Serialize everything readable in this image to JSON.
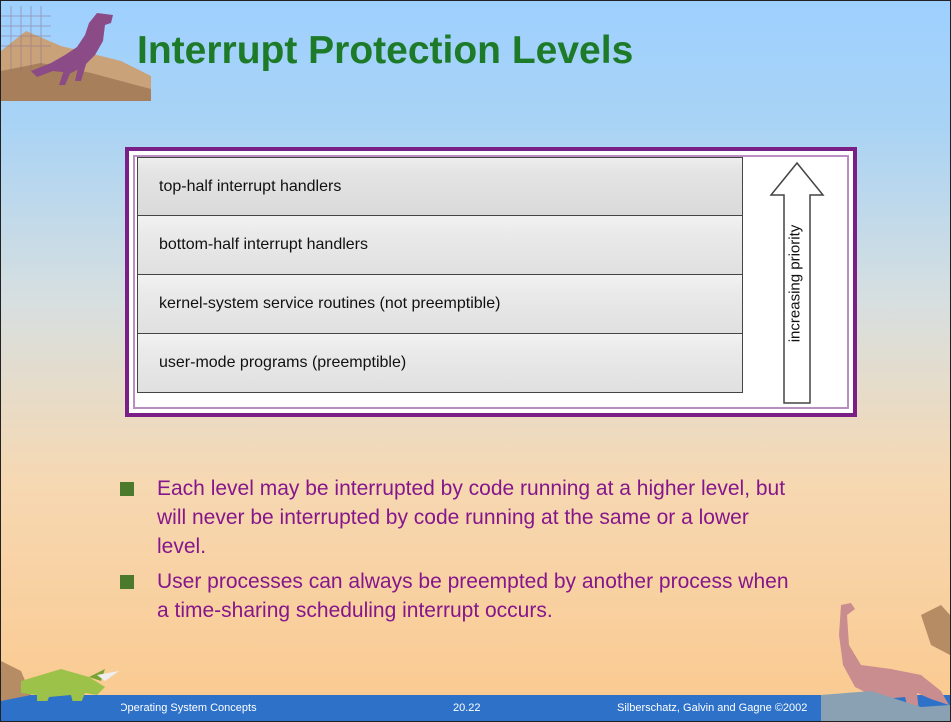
{
  "slide": {
    "title": "Interrupt Protection Levels",
    "diagram": {
      "levels": [
        "top-half interrupt handlers",
        "bottom-half interrupt handlers",
        "kernel-system service routines (not preemptible)",
        "user-mode programs (preemptible)"
      ],
      "arrow_label": "increasing priority"
    },
    "bullets": [
      "Each level may be interrupted by code running at a higher level, but will never be interrupted by code running at the same or a lower level.",
      "User processes can always be preempted by another process when a time-sharing scheduling interrupt occurs."
    ],
    "footer": {
      "left": "Operating System Concepts",
      "center": "20.22",
      "right": "Silberschatz, Galvin and  Gagne ©2002"
    },
    "colors": {
      "title": "#1d7a28",
      "bullet_text": "#86168c",
      "bullet_marker": "#4b7a2c",
      "diagram_border": "#7a1f86",
      "footer_bar": "#2d71c8"
    },
    "icons": [
      "dinosaur-top-left",
      "triceratops-bottom-left",
      "brontosaurus-bottom-right"
    ]
  }
}
